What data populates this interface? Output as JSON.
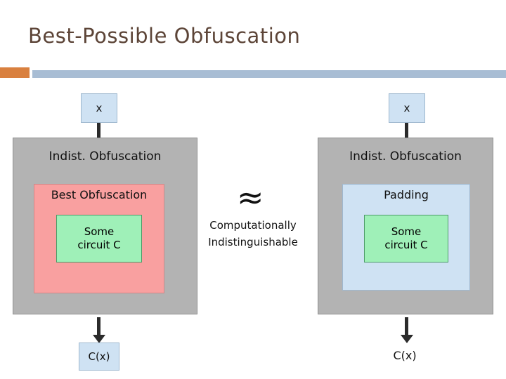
{
  "slide": {
    "title": "Best-Possible Obfuscation",
    "accent_color": "#d9803f",
    "rule_color": "#a8bdd4",
    "title_color": "#5c4437"
  },
  "left_diagram": {
    "input_label": "x",
    "outer_label": "Indist. Obfuscation",
    "inner_label": "Best Obfuscation",
    "circuit_line1": "Some",
    "circuit_line2": "circuit C",
    "output_label": "C(x)",
    "outer_color": "#b3b3b3",
    "inner_color": "#f9a0a0",
    "circuit_color": "#9ff0b8"
  },
  "right_diagram": {
    "input_label": "x",
    "outer_label": "Indist. Obfuscation",
    "inner_label": "Padding",
    "circuit_line1": "Some",
    "circuit_line2": "circuit C",
    "output_label": "C(x)",
    "outer_color": "#b3b3b3",
    "inner_color": "#cfe2f3",
    "circuit_color": "#9ff0b8"
  },
  "middle": {
    "symbol": "≈",
    "caption_line1": "Computationally",
    "caption_line2": "Indistinguishable"
  }
}
